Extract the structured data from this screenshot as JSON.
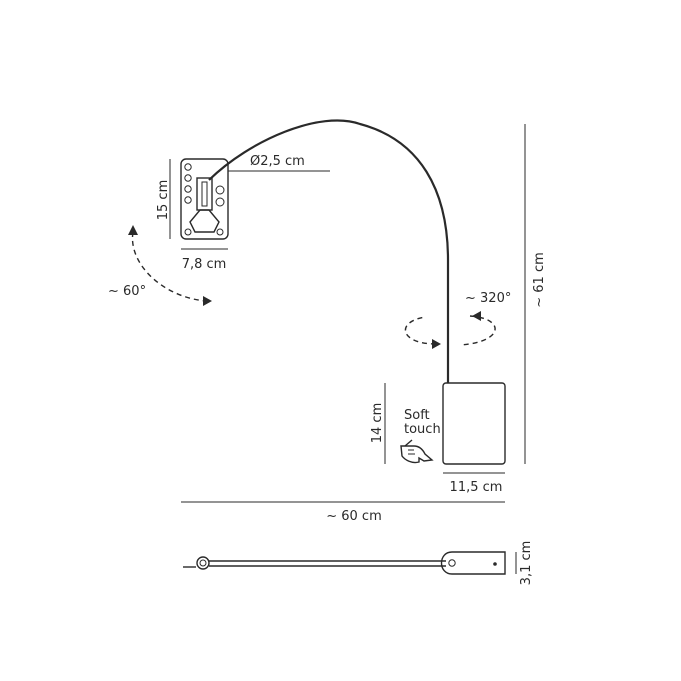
{
  "dimensions": {
    "tube_diameter": "Ø2,5 cm",
    "wall_plate_height": "15 cm",
    "wall_plate_width": "7,8 cm",
    "tilt_angle": "~ 60°",
    "rotation_angle": "~ 320°",
    "total_height": "~ 61 cm",
    "base_height": "14 cm",
    "base_width": "11,5 cm",
    "total_reach": "~ 60 cm",
    "profile_thickness": "3,1 cm"
  },
  "feature": {
    "line1": "Soft",
    "line2": "touch"
  },
  "icons": {
    "touch": "pointing-hand-icon",
    "tilt": "curved-dashed-arrow-icon",
    "rotate": "rotation-dashed-arrow-icon"
  },
  "colors": {
    "ink": "#2a2a2a",
    "background": "#ffffff"
  }
}
